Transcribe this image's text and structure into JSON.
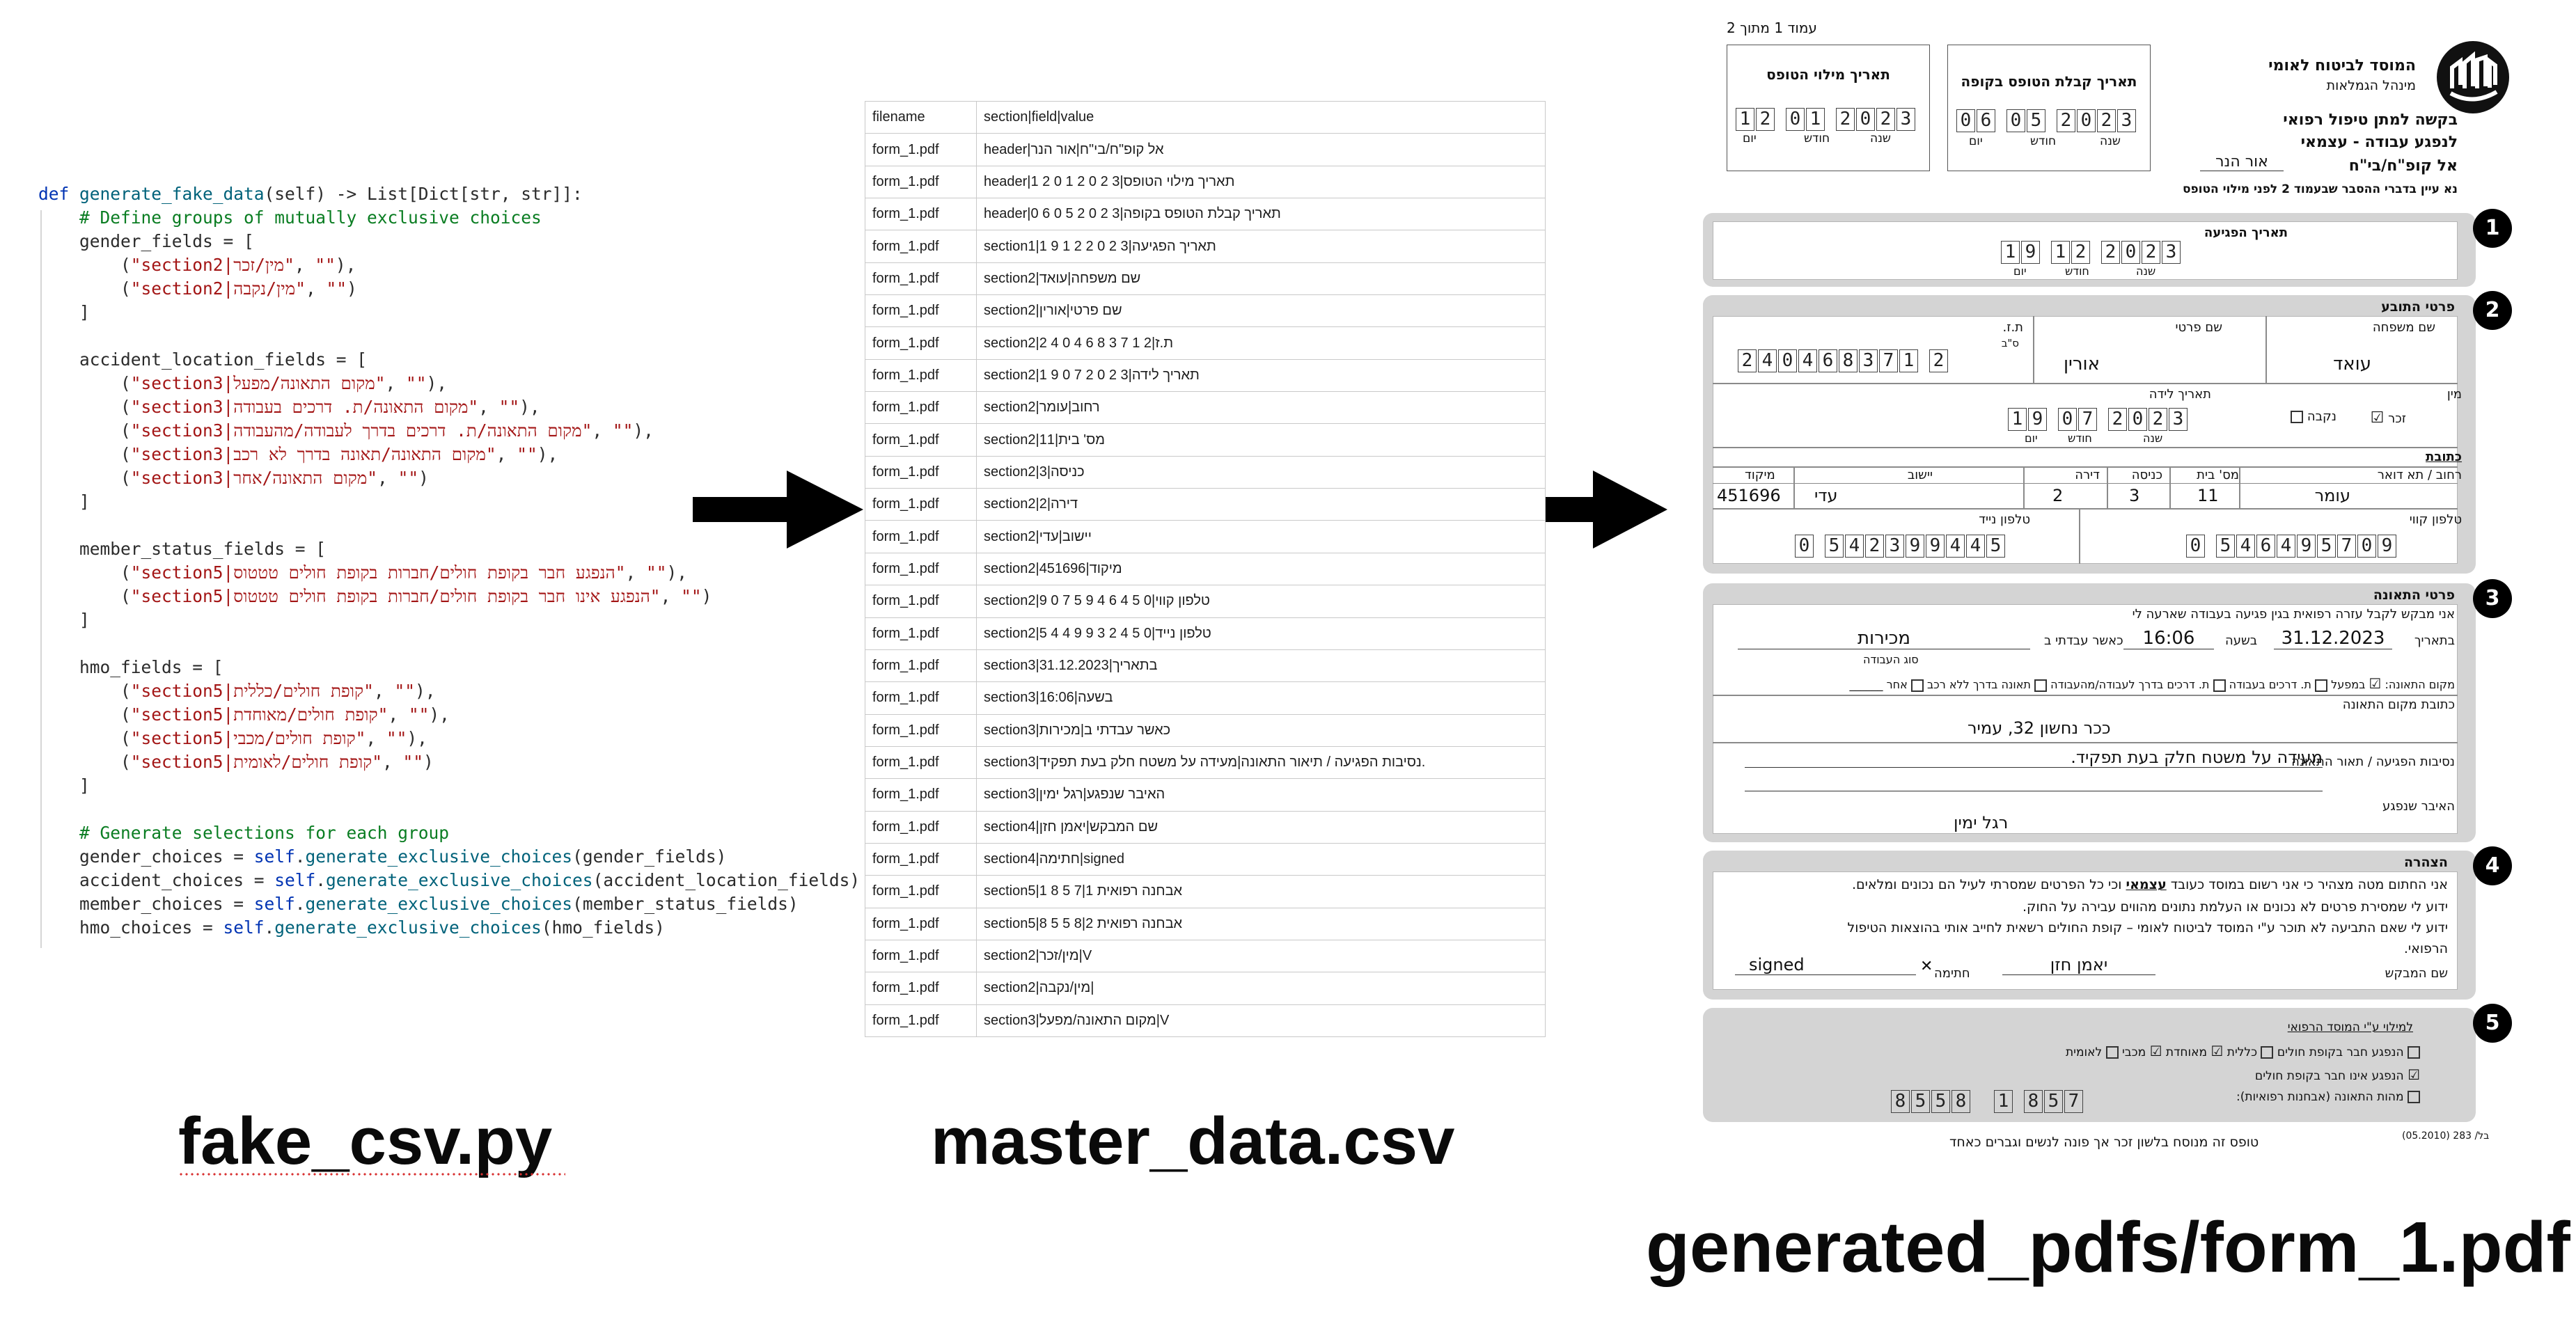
{
  "code": {
    "lines": [
      {
        "parts": [
          {
            "t": "def ",
            "c": "kw"
          },
          {
            "t": "generate_fake_data",
            "c": "fn"
          },
          {
            "t": "(self) -> List[Dict[str, str]]:"
          }
        ]
      },
      {
        "parts": [
          {
            "t": "    "
          },
          {
            "t": "# Define groups of mutually exclusive choices",
            "c": "cm"
          }
        ]
      },
      {
        "parts": [
          {
            "t": "    gender_fields = ["
          }
        ]
      },
      {
        "parts": [
          {
            "t": "        ("
          },
          {
            "t": "\"section2|מין/זכר\"",
            "c": "st"
          },
          {
            "t": ", "
          },
          {
            "t": "\"\"",
            "c": "st"
          },
          {
            "t": "),"
          }
        ]
      },
      {
        "parts": [
          {
            "t": "        ("
          },
          {
            "t": "\"section2|מין/נקבה\"",
            "c": "st"
          },
          {
            "t": ", "
          },
          {
            "t": "\"\"",
            "c": "st"
          },
          {
            "t": ")"
          }
        ]
      },
      {
        "parts": [
          {
            "t": "    ]"
          }
        ]
      },
      {
        "parts": [
          {
            "t": ""
          }
        ]
      },
      {
        "parts": [
          {
            "t": "    accident_location_fields = ["
          }
        ]
      },
      {
        "parts": [
          {
            "t": "        ("
          },
          {
            "t": "\"section3|מקום התאונה/מפעל\"",
            "c": "st"
          },
          {
            "t": ", "
          },
          {
            "t": "\"\"",
            "c": "st"
          },
          {
            "t": "),"
          }
        ]
      },
      {
        "parts": [
          {
            "t": "        ("
          },
          {
            "t": "\"section3|מקום התאונה/ת. דרכים בעבודה\"",
            "c": "st"
          },
          {
            "t": ", "
          },
          {
            "t": "\"\"",
            "c": "st"
          },
          {
            "t": "),"
          }
        ]
      },
      {
        "parts": [
          {
            "t": "        ("
          },
          {
            "t": "\"section3|מקום התאונה/ת. דרכים בדרך לעבודה/מהעבודה\"",
            "c": "st"
          },
          {
            "t": ", "
          },
          {
            "t": "\"\"",
            "c": "st"
          },
          {
            "t": "),"
          }
        ]
      },
      {
        "parts": [
          {
            "t": "        ("
          },
          {
            "t": "\"section3|מקום התאונה/תאונה בדרך לא רכב\"",
            "c": "st"
          },
          {
            "t": ", "
          },
          {
            "t": "\"\"",
            "c": "st"
          },
          {
            "t": "),"
          }
        ]
      },
      {
        "parts": [
          {
            "t": "        ("
          },
          {
            "t": "\"section3|מקום התאונה/אחר\"",
            "c": "st"
          },
          {
            "t": ", "
          },
          {
            "t": "\"\"",
            "c": "st"
          },
          {
            "t": ")"
          }
        ]
      },
      {
        "parts": [
          {
            "t": "    ]"
          }
        ]
      },
      {
        "parts": [
          {
            "t": ""
          }
        ]
      },
      {
        "parts": [
          {
            "t": "    member_status_fields = ["
          }
        ]
      },
      {
        "parts": [
          {
            "t": "        ("
          },
          {
            "t": "\"section5|הנפגע חבר בקופת חולים/חברות בקופת חולים טטטוס\"",
            "c": "st"
          },
          {
            "t": ", "
          },
          {
            "t": "\"\"",
            "c": "st"
          },
          {
            "t": "),"
          }
        ]
      },
      {
        "parts": [
          {
            "t": "        ("
          },
          {
            "t": "\"section5|הנפגע אינו חבר בקופת חולים/חברות בקופת חולים טטטוס\"",
            "c": "st"
          },
          {
            "t": ", "
          },
          {
            "t": "\"\"",
            "c": "st"
          },
          {
            "t": ")"
          }
        ]
      },
      {
        "parts": [
          {
            "t": "    ]"
          }
        ]
      },
      {
        "parts": [
          {
            "t": ""
          }
        ]
      },
      {
        "parts": [
          {
            "t": "    hmo_fields = ["
          }
        ]
      },
      {
        "parts": [
          {
            "t": "        ("
          },
          {
            "t": "\"section5|קופת חולים/כללית\"",
            "c": "st"
          },
          {
            "t": ", "
          },
          {
            "t": "\"\"",
            "c": "st"
          },
          {
            "t": "),"
          }
        ]
      },
      {
        "parts": [
          {
            "t": "        ("
          },
          {
            "t": "\"section5|קופת חולים/מאוחדת\"",
            "c": "st"
          },
          {
            "t": ", "
          },
          {
            "t": "\"\"",
            "c": "st"
          },
          {
            "t": "),"
          }
        ]
      },
      {
        "parts": [
          {
            "t": "        ("
          },
          {
            "t": "\"section5|קופת חולים/מכבי\"",
            "c": "st"
          },
          {
            "t": ", "
          },
          {
            "t": "\"\"",
            "c": "st"
          },
          {
            "t": "),"
          }
        ]
      },
      {
        "parts": [
          {
            "t": "        ("
          },
          {
            "t": "\"section5|קופת חולים/לאומית\"",
            "c": "st"
          },
          {
            "t": ", "
          },
          {
            "t": "\"\"",
            "c": "st"
          },
          {
            "t": ")"
          }
        ]
      },
      {
        "parts": [
          {
            "t": "    ]"
          }
        ]
      },
      {
        "parts": [
          {
            "t": ""
          }
        ]
      },
      {
        "parts": [
          {
            "t": "    "
          },
          {
            "t": "# Generate selections for each group",
            "c": "cm"
          }
        ]
      },
      {
        "parts": [
          {
            "t": "    gender_choices = "
          },
          {
            "t": "self",
            "c": "kw"
          },
          {
            "t": "."
          },
          {
            "t": "generate_exclusive_choices",
            "c": "fn"
          },
          {
            "t": "(gender_fields)"
          }
        ]
      },
      {
        "parts": [
          {
            "t": "    accident_choices = "
          },
          {
            "t": "self",
            "c": "kw"
          },
          {
            "t": "."
          },
          {
            "t": "generate_exclusive_choices",
            "c": "fn"
          },
          {
            "t": "(accident_location_fields)"
          }
        ]
      },
      {
        "parts": [
          {
            "t": "    member_choices = "
          },
          {
            "t": "self",
            "c": "kw"
          },
          {
            "t": "."
          },
          {
            "t": "generate_exclusive_choices",
            "c": "fn"
          },
          {
            "t": "(member_status_fields)"
          }
        ]
      },
      {
        "parts": [
          {
            "t": "    hmo_choices = "
          },
          {
            "t": "self",
            "c": "kw"
          },
          {
            "t": "."
          },
          {
            "t": "generate_exclusive_choices",
            "c": "fn"
          },
          {
            "t": "(hmo_fields)"
          }
        ]
      }
    ]
  },
  "csv": {
    "header": [
      "filename",
      "section|field|value"
    ],
    "rows": [
      [
        "form_1.pdf",
        "header|אל קופ\"ח/בי\"ח|אור הנר"
      ],
      [
        "form_1.pdf",
        "header|תאריך מילוי הטופס|3 2 0 2 1 0 2 1"
      ],
      [
        "form_1.pdf",
        "header|תאריך קבלת הטופס בקופה|3 2 0 2 5 0 6 0"
      ],
      [
        "form_1.pdf",
        "section1|תאריך הפגיעה|3 2 0 2 2 1 9 1"
      ],
      [
        "form_1.pdf",
        "section2|שם משפחה|עואד"
      ],
      [
        "form_1.pdf",
        "section2|שם פרטי|אורין"
      ],
      [
        "form_1.pdf",
        "section2|ת.ז|2 1 7 3 8 6 4 0 4 2"
      ],
      [
        "form_1.pdf",
        "section2|תאריך לידה|3 2 0 2 7 0 9 1"
      ],
      [
        "form_1.pdf",
        "section2|רחוב|עומר"
      ],
      [
        "form_1.pdf",
        "section2|מס' בית|11"
      ],
      [
        "form_1.pdf",
        "section2|כניסה|3"
      ],
      [
        "form_1.pdf",
        "section2|דירה|2"
      ],
      [
        "form_1.pdf",
        "section2|יישוב|עדי"
      ],
      [
        "form_1.pdf",
        "section2|מיקוד|451696"
      ],
      [
        "form_1.pdf",
        "section2|טלפון קווי|0 5 4 6 4 9 5 7 0 9"
      ],
      [
        "form_1.pdf",
        "section2|טלפון נייד|0 5 4 2 3 9 9 4 4 5"
      ],
      [
        "form_1.pdf",
        "section3|בתאריך|31.12.2023"
      ],
      [
        "form_1.pdf",
        "section3|בשעה|16:06"
      ],
      [
        "form_1.pdf",
        "section3|כאשר עבדתי ב|מכירות"
      ],
      [
        "form_1.pdf",
        "section3|נסיבות הפגיעה / תיאור התאונה|מעידה על משטח חלק בעת תפקיד."
      ],
      [
        "form_1.pdf",
        "section3|האיבר שנפגע|רגל ימין"
      ],
      [
        "form_1.pdf",
        "section4|שם המבקש|יאמן חזן"
      ],
      [
        "form_1.pdf",
        "section4|חתימה|signed"
      ],
      [
        "form_1.pdf",
        "section5|אבחנה רפואית 1|7 5 8 1"
      ],
      [
        "form_1.pdf",
        "section5|אבחנה רפואית 2|8 5 5 8"
      ],
      [
        "form_1.pdf",
        "section2|מין/זכר|V"
      ],
      [
        "form_1.pdf",
        "section2|מין/נקבה|"
      ],
      [
        "form_1.pdf",
        "section3|מקום התאונה/מפעל|V"
      ]
    ]
  },
  "captions": {
    "code": "fake_csv.py",
    "csv": "master_data.csv",
    "pdf": "generated_pdfs/form_1.pdf"
  },
  "form": {
    "page": "עמוד 1 מתוך 2",
    "fill_date_label": "תאריך מילוי הטופס",
    "fill_date": [
      "1",
      "2",
      "0",
      "1",
      "2",
      "0",
      "2",
      "3"
    ],
    "received_label": "תאריך קבלת הטופס בקופה",
    "received_date": [
      "0",
      "6",
      "0",
      "5",
      "2",
      "0",
      "2",
      "3"
    ],
    "day": "יום",
    "month": "חודש",
    "year": "שנה",
    "org_name": "המוסד לביטוח לאומי",
    "org_sub": "מינהל הגמלאות",
    "title1": "בקשה למתן טיפול רפואי",
    "title2": "לנפגע עבודה - עצמאי",
    "to_label": "אל קופ\"ח/בי\"ח",
    "to_value": "אור הנר",
    "note": "נא עיין בדברי ההסבר שבעמוד 2 לפני מילוי הטופס",
    "s1": {
      "num": "1",
      "label": "תאריך הפגיעה",
      "date": [
        "1",
        "9",
        "1",
        "2",
        "2",
        "0",
        "2",
        "3"
      ]
    },
    "s2": {
      "num": "2",
      "title": "פרטי התובע",
      "last_label": "שם משפחה",
      "last": "עואד",
      "first_label": "שם פרטי",
      "first": "אורין",
      "id_label": "ת.ז.",
      "id_sub": "ס\"ב",
      "id": [
        "2",
        "4",
        "0",
        "4",
        "6",
        "8",
        "3",
        "7",
        "1",
        "2"
      ],
      "gender_label": "מין",
      "male": "זכר",
      "female": "נקבה",
      "birth_label": "תאריך לידה",
      "birth": [
        "1",
        "9",
        "0",
        "7",
        "2",
        "0",
        "2",
        "3"
      ],
      "address_title": "כתובת",
      "street_label": "רחוב / תא דואר",
      "street": "עומר",
      "house_label": "מס' בית",
      "house": "11",
      "entry_label": "כניסה",
      "entry": "3",
      "apt_label": "דירה",
      "apt": "2",
      "city_label": "יישוב",
      "city": "עדי",
      "zip_label": "מיקוד",
      "zip": "451696",
      "phone_label": "טלפון קווי",
      "phone": [
        "0",
        "5",
        "4",
        "6",
        "4",
        "9",
        "5",
        "7",
        "0",
        "9"
      ],
      "mobile_label": "טלפון נייד",
      "mobile": [
        "0",
        "5",
        "4",
        "2",
        "3",
        "9",
        "9",
        "4",
        "4",
        "5"
      ]
    },
    "s3": {
      "num": "3",
      "title": "פרטי התאונה",
      "intro": "אני מבקש לקבל עזרה רפואית בגין פגיעה בעבודה שארעה לי",
      "date_label": "בתאריך",
      "date": "31.12.2023",
      "hour_label": "בשעה",
      "hour": "16:06",
      "work_label": "כאשר עבדתי ב",
      "work": "מכירות",
      "work_type": "סוג העבודה",
      "place_label": "מקום התאונה:",
      "opt1": "במפעל",
      "opt2": "ת. דרכים בעבודה",
      "opt3": "ת. דרכים בדרך לעבודה/מהעבודה",
      "opt4": "תאונה בדרך ללא רכב",
      "opt5": "אחר",
      "addr_label": "כתובת מקום התאונה",
      "addr": "ככר נחשון 32, עמיר",
      "desc_label": "נסיבות הפגיעה / תאור התאונה",
      "desc": "מעידה על משטח חלק בעת תפקיד.",
      "organ_label": "האיבר שנפגע",
      "organ": "רגל ימין"
    },
    "s4": {
      "num": "4",
      "title": "הצהרה",
      "line1a": "אני החתום מטה מצהיר כי אני רשום במוסד כעובד ",
      "line1b": "עצמאי",
      "line1c": " וכי כל הפרטים שמסרתי לעיל הם נכונים ומלאים.",
      "line2": "ידוע לי שמסירת פרטים לא נכונים או העלמת נתונים מהווים עבירה על החוק.",
      "line3": "ידוע לי שאם התביעה לא תוכר ע\"י המוסד לביטוח לאומי – קופת החולים רשאית לחייב אותי בהוצאות הטיפול",
      "line4": "הרפואי.",
      "name_label": "שם המבקש",
      "name": "יאמן חזן",
      "sign_label": "חתימה",
      "sign": "signed"
    },
    "s5": {
      "num": "5",
      "title": "למילוי ע\"י המוסד הרפואי",
      "member": "הנפגע חבר בקופת חולים",
      "hmo1": "כללית",
      "hmo2": "מאוחדת",
      "hmo3": "מכבי",
      "hmo4": "לאומית",
      "not_member": "הנפגע אינו חבר בקופת חולים",
      "diag_label": "מהות התאונה (אבחנות רפואיות):",
      "diag1": [
        "1",
        "8",
        "5",
        "7"
      ],
      "diag2": [
        "8",
        "5",
        "5",
        "8"
      ]
    },
    "footer": "טופס זה מנוסח בלשון זכר אך פונה לנשים וגברים כאחד",
    "form_code": "בל/ 283 (05.2010)"
  }
}
